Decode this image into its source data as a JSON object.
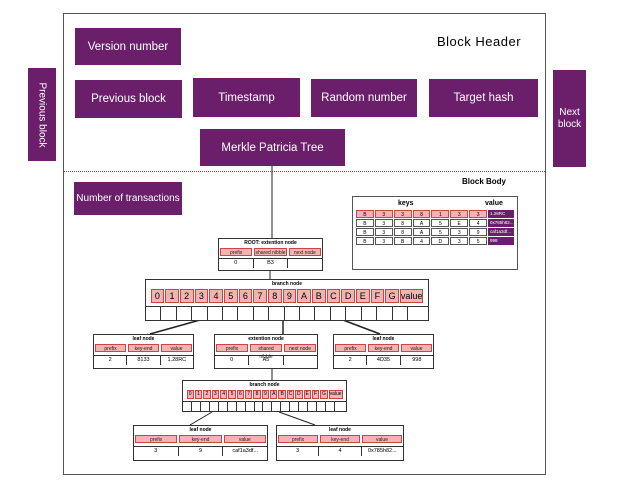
{
  "header": {
    "title": "Block Header",
    "version": "Version number",
    "previous_block": "Previous block",
    "timestamp": "Timestamp",
    "random_number": "Random number",
    "target_hash": "Target hash",
    "merkle": "Merkle Patricia Tree"
  },
  "side": {
    "previous": "Previous block",
    "next": "Next block"
  },
  "body": {
    "title": "Block Body",
    "num_tx": "Number of transactions"
  },
  "kv_table": {
    "keys_label": "keys",
    "value_label": "value",
    "rows": [
      {
        "keys": [
          "B",
          "3",
          "3",
          "8",
          "1",
          "3",
          "3"
        ],
        "value": "1.28RC",
        "header": true
      },
      {
        "keys": [
          "B",
          "3",
          "8",
          "A",
          "5",
          "E",
          "4"
        ],
        "value": "0x785h82..."
      },
      {
        "keys": [
          "B",
          "3",
          "8",
          "A",
          "5",
          "3",
          "9"
        ],
        "value": "caf1a3df..."
      },
      {
        "keys": [
          "B",
          "3",
          "B",
          "4",
          "D",
          "3",
          "5"
        ],
        "value": "998"
      }
    ]
  },
  "root_node": {
    "title": "ROOT: extention node",
    "headers": [
      "prefix",
      "shared nibble",
      "next node"
    ],
    "values": [
      "0",
      "B3",
      ""
    ]
  },
  "branch_node": {
    "title": "branch node",
    "cells": [
      "0",
      "1",
      "2",
      "3",
      "4",
      "5",
      "6",
      "7",
      "8",
      "9",
      "A",
      "B",
      "C",
      "D",
      "E",
      "F",
      "G",
      "value"
    ]
  },
  "leaf_left": {
    "title": "leaf node",
    "headers": [
      "prefix",
      "key-end",
      "value"
    ],
    "values": [
      "2",
      "8133",
      "1.28RC"
    ]
  },
  "ext_mid": {
    "title": "extention node",
    "headers": [
      "prefix",
      "shared nibble",
      "next node"
    ],
    "values": [
      "0",
      "A5",
      ""
    ]
  },
  "leaf_right": {
    "title": "leaf node",
    "headers": [
      "prefix",
      "key-end",
      "value"
    ],
    "values": [
      "2",
      "4D35",
      "998"
    ]
  },
  "branch_small": {
    "title": "branch node",
    "cells": [
      "0",
      "1",
      "2",
      "3",
      "4",
      "5",
      "6",
      "7",
      "8",
      "9",
      "A",
      "B",
      "C",
      "D",
      "E",
      "F",
      "G",
      "value"
    ]
  },
  "leaf_bl": {
    "title": "leaf node",
    "headers": [
      "prefix",
      "key-end",
      "value"
    ],
    "values": [
      "3",
      "9",
      "caf1a3df..."
    ]
  },
  "leaf_br": {
    "title": "leaf node",
    "headers": [
      "prefix",
      "key-end",
      "value"
    ],
    "values": [
      "3",
      "4",
      "0x785h82..."
    ]
  }
}
